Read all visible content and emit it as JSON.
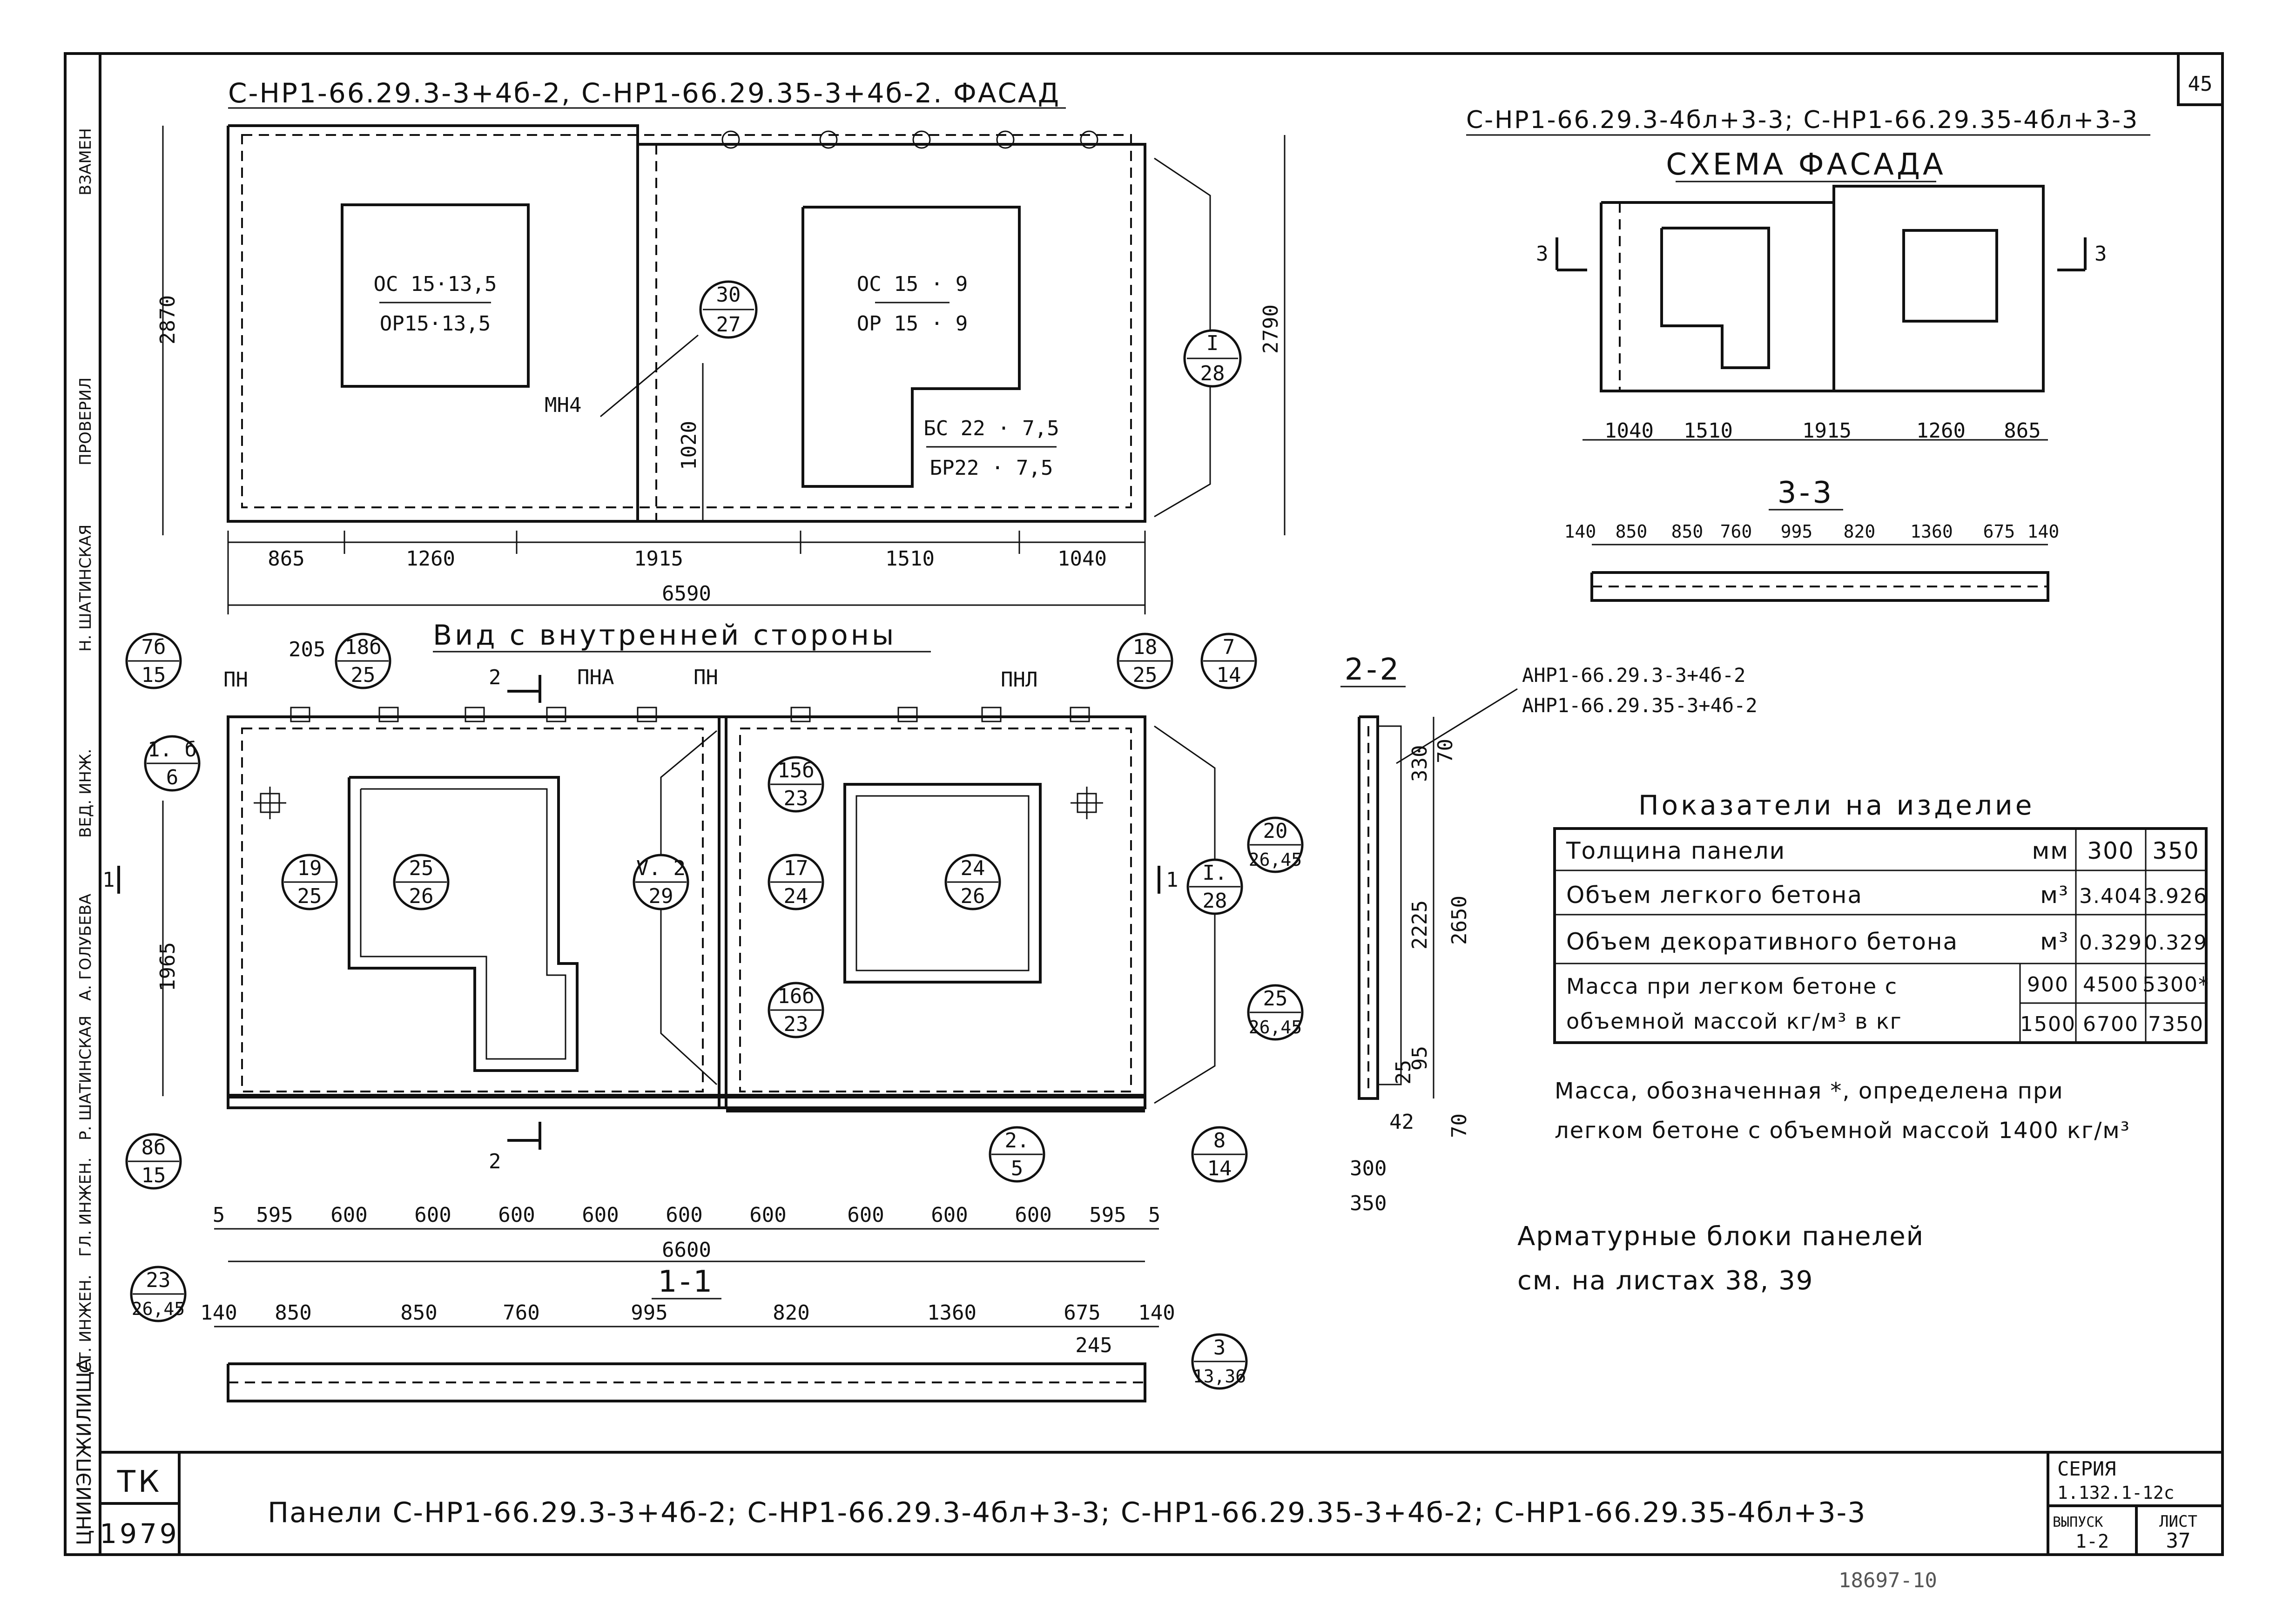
{
  "sheet": {
    "number": "45",
    "side_labels": [
      "ВЗАМЕН",
      "ПРОВЕРИЛ",
      "Н. ШАТИНСКАЯ",
      "ВЕД. ИНЖ.",
      "А. ГОЛУБЕВА",
      "Р. ШАТИНСКАЯ",
      "ГЛ. ИНЖЕН.",
      "СТ. ИНЖЕН.",
      "ЦНИИЭПЖИЛИЩА"
    ]
  },
  "facade1": {
    "title": "С-НР1-66.29.3-3+4б-2, С-НР1-66.29.35-3+4б-2. ФАСАД",
    "window1_top": "ОС 15·13,5",
    "window1_bot": "ОР15·13,5",
    "window2_top": "ОС 15 · 9",
    "window2_bot": "ОР 15 · 9",
    "door_top": "БС 22 · 7,5",
    "door_bot": "БР22 · 7,5",
    "mn4": "МН4",
    "bubble1_top": "30",
    "bubble1_bot": "27",
    "bubble2_top": "I",
    "bubble2_bot": "28",
    "dim_h_left": "2870",
    "dim_h_right": "2790",
    "dim_1020": "1020",
    "dims_bottom": [
      "865",
      "1260",
      "1915",
      "1510",
      "1040"
    ],
    "dim_total": "6590"
  },
  "facade2": {
    "title": "С-НР1-66.29.3-4бл+3-3; С-НР1-66.29.35-4бл+3-3",
    "subtitle": "СХЕМА ФАСАДА",
    "sec_mark": "3",
    "dims": [
      "1040",
      "1510",
      "1915",
      "1260",
      "865"
    ],
    "section_title": "3-3",
    "section_dims": [
      "140",
      "850",
      "850",
      "760",
      "995",
      "820",
      "1360",
      "675",
      "140"
    ]
  },
  "inner_view": {
    "title": "Вид с внутренней стороны",
    "labels": {
      "pn1": "ПН",
      "pna1": "ПНА",
      "pn2": "ПН",
      "pnl": "ПНЛ",
      "d205": "205",
      "sec2": "2"
    },
    "bubbles": [
      {
        "t": "7б",
        "b": "15"
      },
      {
        "t": "18б",
        "b": "25"
      },
      {
        "t": "18",
        "b": "25"
      },
      {
        "t": "7",
        "b": "14"
      },
      {
        "t": "1. б",
        "b": "6"
      },
      {
        "t": "19",
        "b": "25"
      },
      {
        "t": "25",
        "b": "26"
      },
      {
        "t": "V. 2",
        "b": "29"
      },
      {
        "t": "15б",
        "b": "23"
      },
      {
        "t": "17",
        "b": "24"
      },
      {
        "t": "24",
        "b": "26"
      },
      {
        "t": "I.",
        "b": "28"
      },
      {
        "t": "16б",
        "b": "23"
      },
      {
        "t": "8б",
        "b": "15"
      },
      {
        "t": "2.",
        "b": "5"
      },
      {
        "t": "8",
        "b": "14"
      }
    ],
    "dim_1965": "1965",
    "sec_mark": "1",
    "dims_bottom": [
      "5",
      "595",
      "600",
      "600",
      "600",
      "600",
      "600",
      "600",
      "600",
      "600",
      "600",
      "595",
      "5"
    ],
    "dim_total": "6600"
  },
  "section11": {
    "title": "1-1",
    "dims": [
      "140",
      "850",
      "850",
      "760",
      "995",
      "820",
      "1360",
      "675",
      "140"
    ],
    "dim_245": "245",
    "bubble_left_top": "23",
    "bubble_left_bot": "26,45",
    "bubble_right_top": "3",
    "bubble_right_bot": "13,36"
  },
  "section22": {
    "title": "2-2",
    "refs": [
      "АНР1-66.29.3-3+4б-2",
      "АНР1-66.29.35-3+4б-2"
    ],
    "dims": {
      "d70a": "70",
      "d330": "330",
      "d2225": "2225",
      "d2650": "2650",
      "d95": "95",
      "d25": "25",
      "d42": "42",
      "d70b": "70",
      "d300": "300",
      "d350": "350"
    },
    "bubble1_top": "20",
    "bubble1_bot": "26,45",
    "bubble2_top": "25",
    "bubble2_bot": "26,45"
  },
  "indicators": {
    "title": "Показатели на изделие",
    "rows": [
      {
        "label": "Толщина панели",
        "unit": "мм",
        "v1": "300",
        "v2": "350"
      },
      {
        "label": "Объем легкого бетона",
        "unit": "м³",
        "v1": "3.404",
        "v2": "3.926"
      },
      {
        "label": "Объем декоративного бетона",
        "unit": "м³",
        "v1": "0.329",
        "v2": "0.329"
      }
    ],
    "mass_line1": "Масса при легком бетоне с",
    "mass_line2": "объемной массой кг/м³ в кг",
    "mass_rows": [
      {
        "density": "900",
        "v1": "4500",
        "v2": "5300*"
      },
      {
        "density": "1500",
        "v1": "6700",
        "v2": "7350"
      }
    ],
    "footnote_line1": "Масса, обозначенная *, определена при",
    "footnote_line2": "легком бетоне с объемной массой 1400 кг/м³"
  },
  "rebar_note": {
    "line1": "Арматурные блоки панелей",
    "line2": "см. на листах 38, 39"
  },
  "title_block": {
    "tk": "ТК",
    "year": "1979",
    "title": "Панели С-НР1-66.29.3-3+4б-2; С-НР1-66.29.3-4бл+3-3; С-НР1-66.29.35-3+4б-2; С-НР1-66.29.35-4бл+3-3",
    "series_label": "СЕРИЯ",
    "series_value": "1.132.1-12с",
    "issue_label": "ВЫПУСК",
    "issue_value": "1-2",
    "sheet_label": "ЛИСТ",
    "sheet_value": "37",
    "stamp": "18697-10"
  }
}
